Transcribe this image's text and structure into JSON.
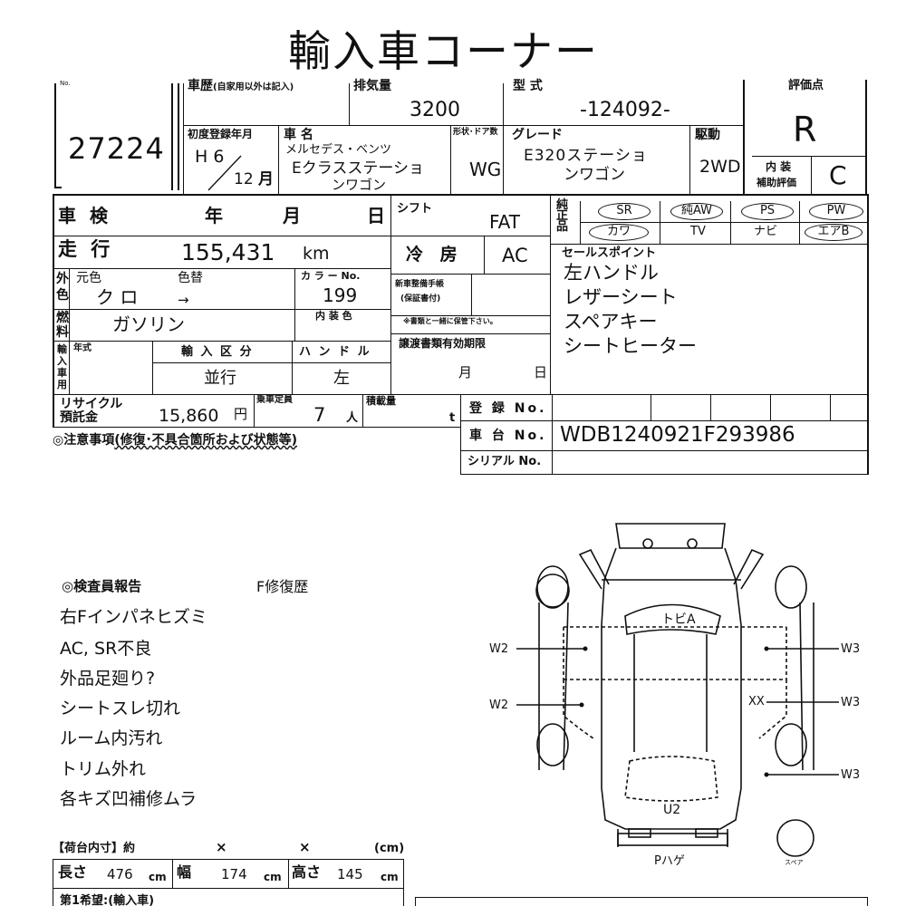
{
  "title": "輸入車コーナー",
  "lot": {
    "label": "No.",
    "number": "27224"
  },
  "history": {
    "label": "車歴",
    "note": "(自家用以外は記入)"
  },
  "displacement": {
    "label": "排気量",
    "value": "3200"
  },
  "model_type": {
    "label": "型 式",
    "value": "-124092-"
  },
  "evaluation": {
    "label": "評価点",
    "grade": "R",
    "interior_label_1": "内 装",
    "interior_label_2": "補助評価",
    "interior_grade": "C"
  },
  "first_reg": {
    "label": "初度登録年月",
    "year": "H 6",
    "month": "12",
    "month_unit": "月"
  },
  "car_name": {
    "label": "車 名",
    "maker": "メルセデス・ベンツ",
    "name_line1": "Eクラスステーショ",
    "name_line2": "ンワゴン"
  },
  "body": {
    "label": "形状･ドア数",
    "value": "WG"
  },
  "grade": {
    "label": "グレード",
    "line1": "E320ステーショ",
    "line2": "ンワゴン"
  },
  "drive": {
    "label": "駆動",
    "value": "2WD"
  },
  "inspection": {
    "label": "車 検",
    "year": "年",
    "month": "月",
    "day": "日"
  },
  "shift": {
    "label": "シフト",
    "value": "FAT"
  },
  "options": {
    "label": "純正品",
    "row1": [
      "SR",
      "純AW",
      "PS",
      "PW"
    ],
    "row2": [
      "カワ",
      "TV",
      "ナビ",
      "エアB"
    ]
  },
  "mileage": {
    "label": "走 行",
    "value": "155,431",
    "unit": "km"
  },
  "ac": {
    "label": "冷 房",
    "value": "AC"
  },
  "sales_points": {
    "label": "セールスポイント",
    "items": [
      "左ハンドル",
      "レザーシート",
      "スペアキー",
      "シートヒーター"
    ]
  },
  "color": {
    "label": "外色",
    "orig_label": "元色",
    "change_label": "色替",
    "value": "ク ロ",
    "arrow": "→",
    "code_label": "カ ラ ー No.",
    "code": "199"
  },
  "maintenance": {
    "label_1": "新車整備手帳",
    "label_2": "(保証書付)",
    "note": "※書類と一緒に保管下さい。"
  },
  "fuel": {
    "label": "燃料",
    "value": "ガソリン",
    "interior_color_label": "内 装 色"
  },
  "documents": {
    "label": "譲渡書類有効期限",
    "month": "月",
    "day": "日"
  },
  "import": {
    "label": "輸入車用",
    "year_label": "年式",
    "category_label": "輸 入 区 分",
    "category": "並行",
    "handle_label": "ハ ン ド ル",
    "handle": "左"
  },
  "recycle": {
    "label_1": "リサイクル",
    "label_2": "預託金",
    "value": "15,860",
    "unit": "円"
  },
  "capacity": {
    "label": "乗車定員",
    "value": "7",
    "unit": "人"
  },
  "load": {
    "label": "積載量",
    "unit": "t"
  },
  "registration": {
    "label": "登 録 No.",
    "chassis_label": "車 台 No.",
    "chassis": "WDB1240921F293986",
    "serial_label": "シリアル No."
  },
  "notes": {
    "label": "◎注意事項",
    "sub": "(修復･不具合箇所および状態等)"
  },
  "report": {
    "label": "◎検査員報告",
    "history": "F修復歴",
    "items": [
      "右Fインパネヒズミ",
      "AC, SR不良",
      "外品足廻り?",
      "シートスレ切れ",
      "ルーム内汚れ",
      "トリム外れ",
      "各キズ凹補修ムラ"
    ]
  },
  "cargo": {
    "label": "【荷台内寸】約",
    "x": "×",
    "unit": "(cm)"
  },
  "dims": {
    "length_label": "長さ",
    "length": "476",
    "width_label": "幅",
    "width": "174",
    "height_label": "高さ",
    "height": "145",
    "unit": "cm"
  },
  "hope": {
    "label": "第1希望:(輸入車)"
  },
  "diagram": {
    "roof": "トビA",
    "left_front": "W2",
    "left_rear": "W2",
    "right_1": "W3",
    "right_2": "W3",
    "right_3": "W3",
    "right_xx": "XX",
    "rear_u": "U2",
    "rear_p": "Pハゲ",
    "spare": "スペア"
  }
}
